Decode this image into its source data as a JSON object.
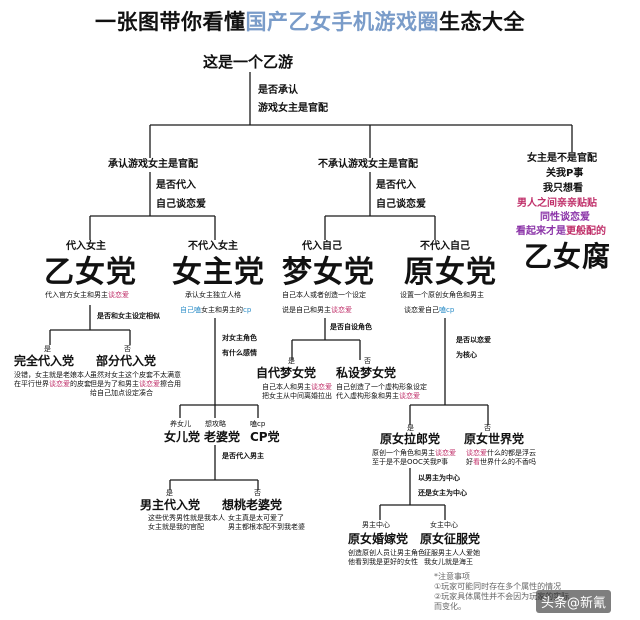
{
  "title": {
    "prefix": "一张图带你看懂",
    "highlight": "国产乙女手机游戏圈",
    "suffix": "生态大全"
  },
  "root": {
    "label": "这是一个乙游",
    "q1": "是否承认",
    "q2": "游戏女主是官配"
  },
  "branch_approve": {
    "label": "承认游戏女主是官配",
    "q1": "是否代入",
    "q2": "自己谈恋爱"
  },
  "branch_reject": {
    "label": "不承认游戏女主是官配",
    "q1": "是否代入",
    "q2": "自己谈恋爱"
  },
  "branch_right": {
    "q1": "女主是不是官配",
    "q2": "关我P事",
    "q3": "我只想看",
    "pink": "男人之间亲亲贴贴",
    "purple1": "同性谈恋爱",
    "purple2a": "看起来才是",
    "purple2b": "更般配的",
    "big": "乙女腐"
  },
  "yinv": {
    "tag": "代入女主",
    "big": "乙女党",
    "desc_a": "代入官方女主和男主",
    "desc_b": "谈恋爱",
    "q": "是否和女主设定相似",
    "yes": "是",
    "no": "否",
    "full": "完全代入党",
    "full_d1": "没错，女主就是老娘本人",
    "full_d2a": "在平行世界",
    "full_d2b": "谈恋爱",
    "full_d2c": "的皮套",
    "part": "部分代入党",
    "part_d1": "虽然对女主这个皮套不太满意",
    "part_d2a": "但是为了和男主",
    "part_d2b": "谈恋爱",
    "part_d2c": "擦合用",
    "part_d3": "给自己加点设定凑合"
  },
  "nvzhu": {
    "tag": "不代入女主",
    "big": "女主党",
    "desc": "承认女主独立人格",
    "cp_a": "自己嗑",
    "cp_b": "女主和男主的",
    "cp_c": "cp",
    "q1": "对女主角色",
    "q2": "有什么感情",
    "yangnv": "养女儿",
    "haogong": "想攻略",
    "kecp": "嗑cp",
    "nver": "女儿党",
    "laopo": "老婆党",
    "cp": "CP党",
    "q3": "是否代入男主",
    "yes": "是",
    "no": "否",
    "nanzhu": "男主代入党",
    "nanzhu_d1": "这些优秀男性就是我本人",
    "nanzhu_d2": "女主就是我的官配",
    "xiangtiao": "想桃老婆党",
    "xiangtiao_d1": "女主真是太可爱了",
    "xiangtiao_d2": "男主都根本配不到我老婆"
  },
  "mengnv": {
    "tag": "代入自己",
    "big": "梦女党",
    "desc": "自己本人或者创造一个设定",
    "desc2a": "说是自己和男主",
    "desc2b": "谈恋爱",
    "q": "是否自设角色",
    "yes": "是",
    "no": "否",
    "zibai": "自代梦女党",
    "zibai_d1a": "自己本人和男主",
    "zibai_d1b": "谈恋爱",
    "zibai_d2": "把女主从中间离婚拉出",
    "sishe": "私设梦女党",
    "sishe_d1": "自己创造了一个虚构形象设定",
    "sishe_d2a": "代入虚构形象和男主",
    "sishe_d2b": "谈恋爱"
  },
  "yuannv": {
    "tag": "不代入自己",
    "big": "原女党",
    "desc": "设置一个原创女角色和男主",
    "cp_a": "谈恋爱自己",
    "cp_b": "嗑cp",
    "q1": "是否以恋爱",
    "q2": "为核心",
    "yes": "是",
    "no": "否",
    "lalang": "原女拉郎党",
    "lalang_d1": "原创一个角色和男主",
    "lalang_d1b": "谈恋爱",
    "lalang_d2": "至于是不是OOC关我P事",
    "shijie": "原女世界党",
    "shijie_d1a": "谈恋爱",
    "shijie_d1b": "什么的都是浮云",
    "shijie_d2a": "好",
    "shijie_d2b": "看",
    "shijie_d2c": "世界什么的不香吗",
    "q3": "以男主为中心",
    "q4": "还是女主为中心",
    "nanzx": "男主中心",
    "nvzx": "女主中心",
    "hunjia": "原女婚嫁党",
    "hunjia_d1": "创造原创人员让男主角色",
    "hunjia_d2": "他看到我是更好的女性",
    "zhengfu": "原女征服党",
    "zhengfu_d1": "征服男主人人爱她",
    "zhengfu_d2": "我女儿就是海王"
  },
  "notes": {
    "title": "*注意事项",
    "n1": "①玩家可能同时存在多个属性的情况",
    "n2": "②玩家具体属性并不会因为玩家的实际",
    "n3": "而变化。"
  },
  "watermark": "头条@新氰"
}
